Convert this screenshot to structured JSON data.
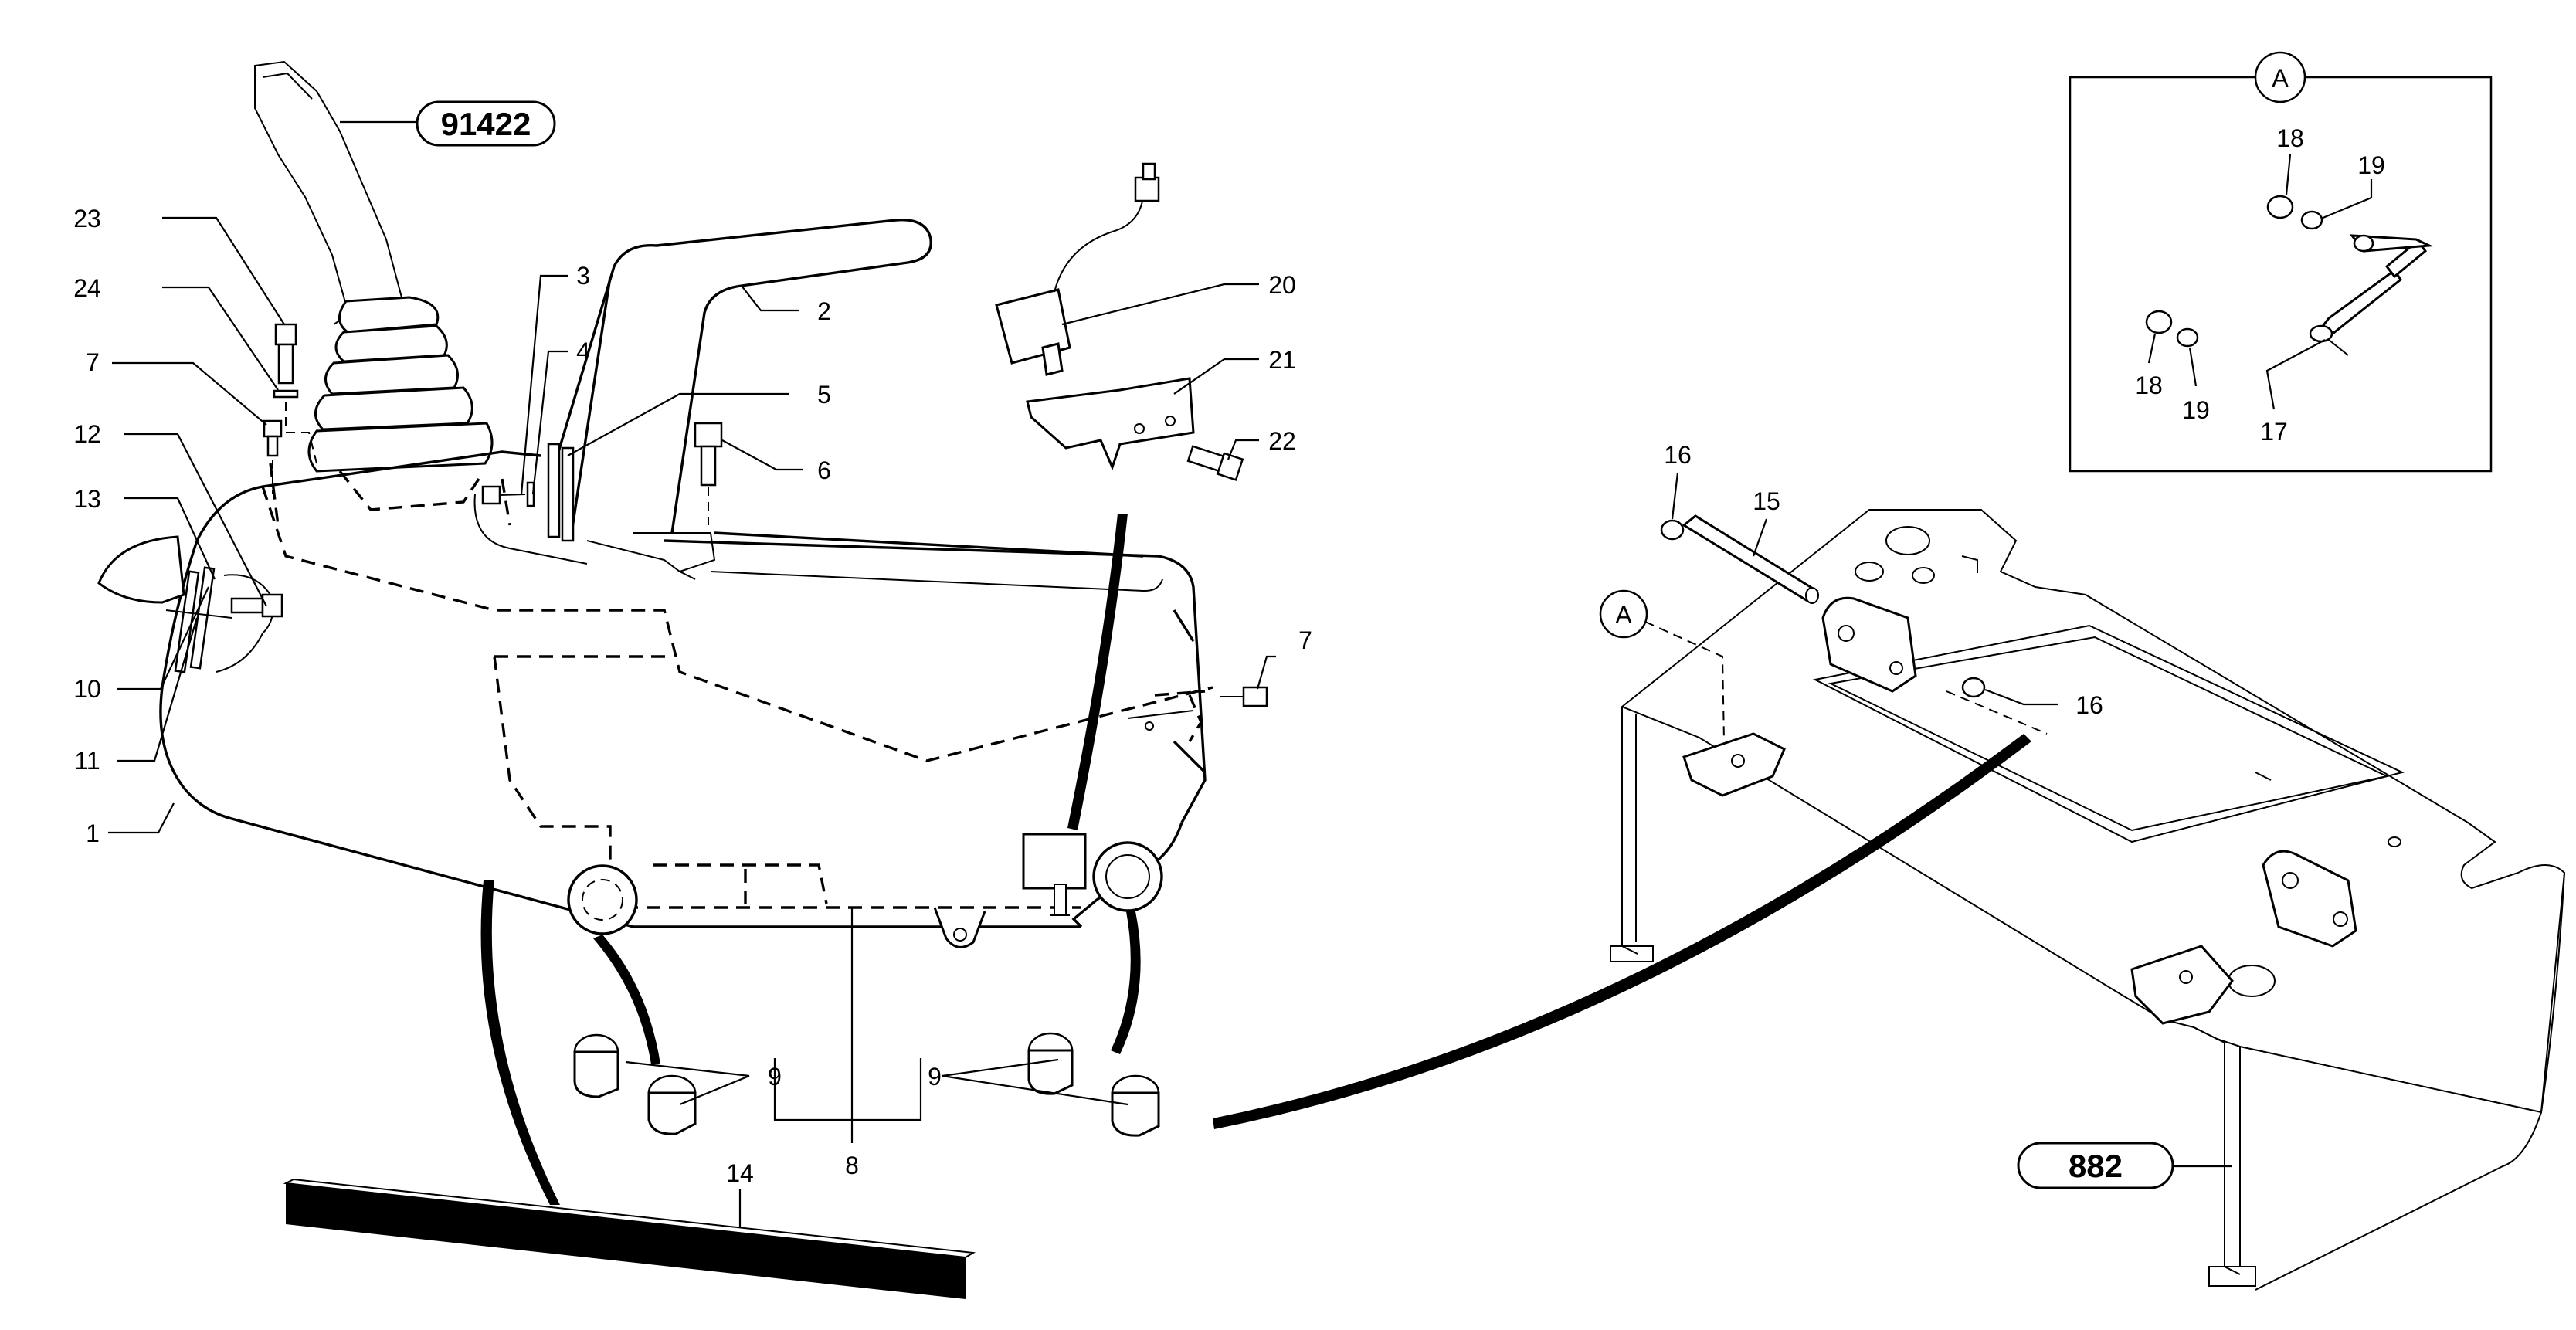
{
  "refs": {
    "top": "91422",
    "frame": "882",
    "detail": "A",
    "view_marker": "A"
  },
  "labels": {
    "p1": "1",
    "p2": "2",
    "p3": "3",
    "p4": "4",
    "p5": "5",
    "p6": "6",
    "p7a": "7",
    "p7b": "7",
    "p8": "8",
    "p9a": "9",
    "p9b": "9",
    "p10": "10",
    "p11": "11",
    "p12": "12",
    "p13": "13",
    "p14": "14",
    "p15": "15",
    "p16a": "16",
    "p16b": "16",
    "p17": "17",
    "p18a": "18",
    "p18b": "18",
    "p19a": "19",
    "p19b": "19",
    "p20": "20",
    "p21": "21",
    "p22": "22",
    "p23": "23",
    "p24": "24"
  }
}
